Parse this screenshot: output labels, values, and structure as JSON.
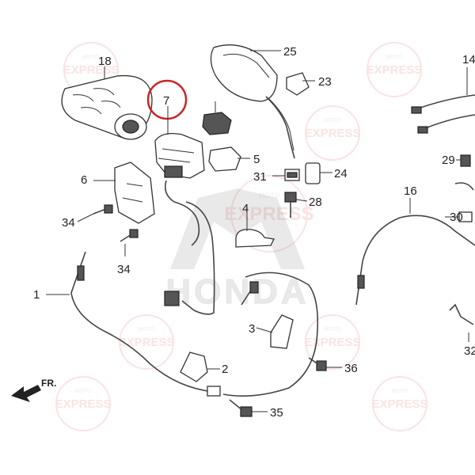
{
  "diagram": {
    "brand_watermark": "HONDA",
    "dealer_watermark": {
      "top": "MOTO",
      "main": "EXPRESS",
      "accent_color": "#d9292b"
    },
    "highlight_color": "#cc2222",
    "highlighted_part": "7",
    "front_arrow_label": "FR.",
    "part_labels": [
      "1",
      "2",
      "3",
      "4",
      "5",
      "6",
      "7",
      "14",
      "16",
      "18",
      "23",
      "24",
      "25",
      "28",
      "29",
      "30",
      "31",
      "32",
      "34",
      "34",
      "35",
      "36"
    ]
  }
}
